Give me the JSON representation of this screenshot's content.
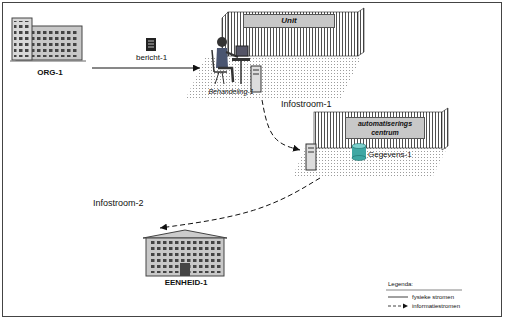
{
  "diagram": {
    "nodes": [
      {
        "text": [
          "ORG-1"
        ]
      },
      {
        "text": [
          "Unit"
        ]
      },
      {
        "text": [
          "Behandeling-1"
        ],
        "in": 1
      },
      {
        "text": [
          "automatiserings centrum"
        ]
      },
      {
        "text": [
          "Gegevens-1"
        ],
        "in": 3
      },
      {
        "text": [
          "EENHEID-1"
        ]
      }
    ],
    "edges": [
      {
        "from": 0,
        "to": 2,
        "label": "bericht-1",
        "arrow": "to"
      },
      {
        "from": 1,
        "to": 3,
        "label": "Infostroom-1",
        "arrow": "to"
      },
      {
        "from": 3,
        "to": 5,
        "label": "Infostroom-2",
        "arrow": "to"
      }
    ],
    "labels": [
      "Legenda:"
    ],
    "legend": [
      {
        "text": "fysieke stromen"
      },
      {
        "text": "informatiestromen"
      }
    ]
  }
}
